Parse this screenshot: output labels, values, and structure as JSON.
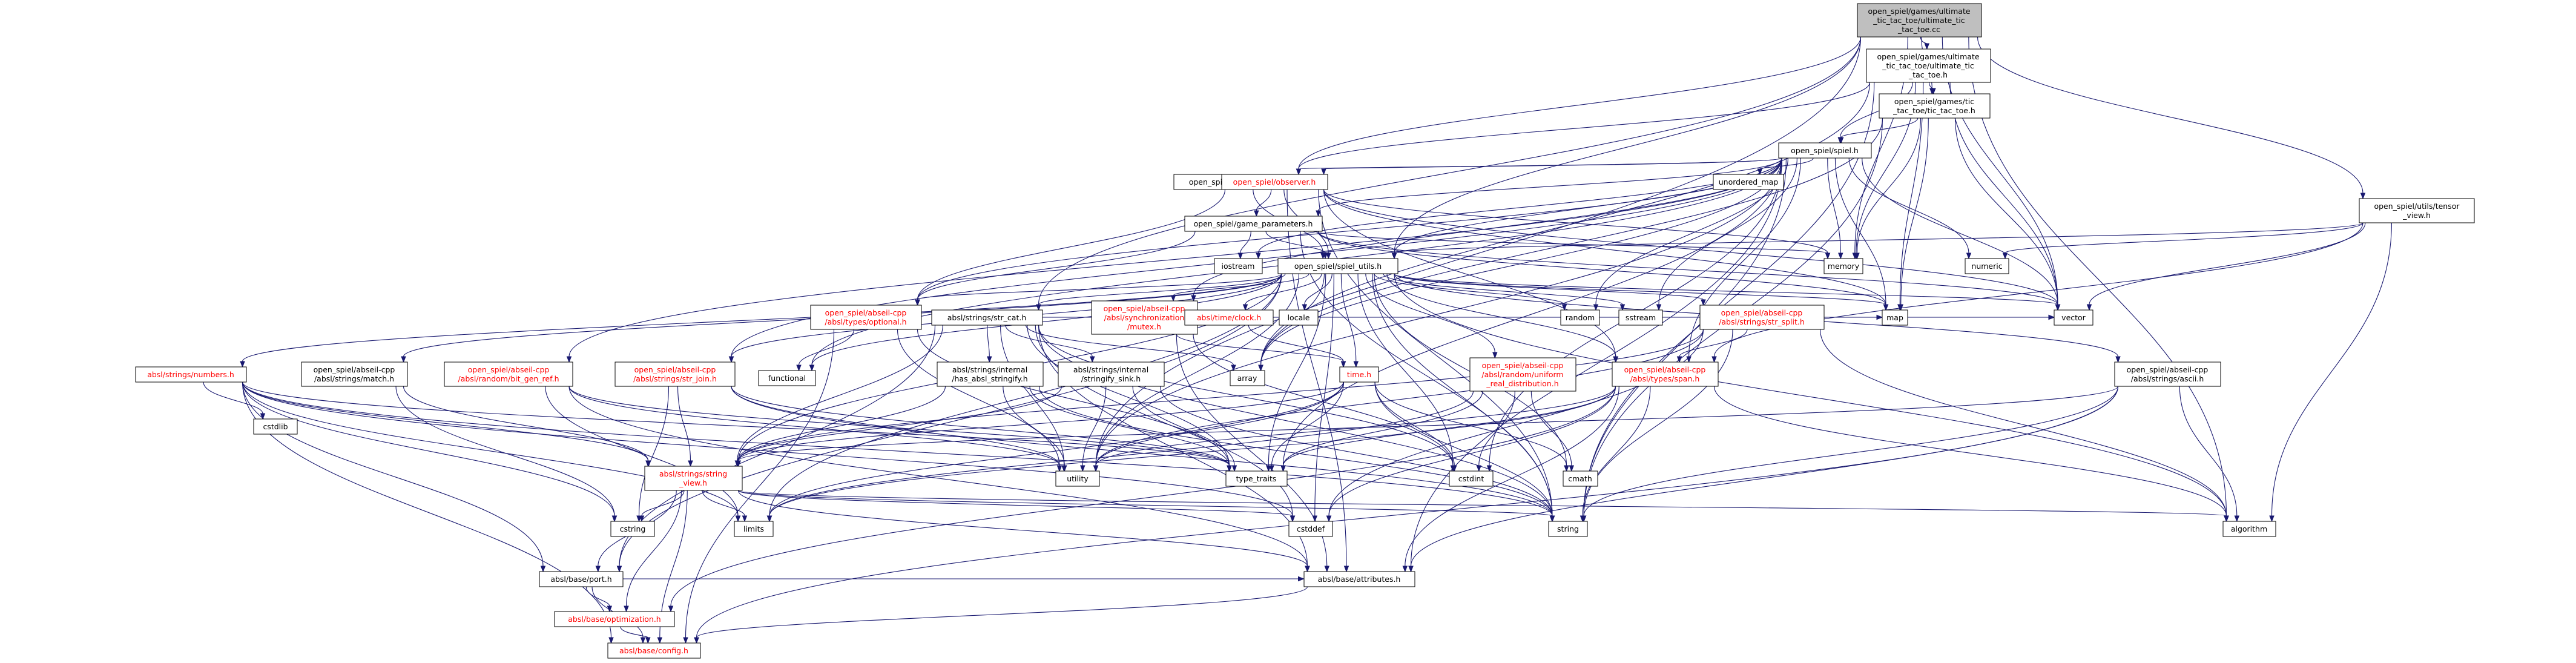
{
  "diagram": {
    "title": "",
    "colors": {
      "edge": "#191970",
      "root_fill": "#bfbfbf",
      "red_text": "#ff0000",
      "gray_border": "#bfbfbf"
    },
    "nodes": [
      {
        "id": "root",
        "lines": [
          "open_spiel/games/ultimate",
          "_tic_tac_toe/ultimate_tic",
          "_tac_toe.cc"
        ],
        "style": "root"
      },
      {
        "id": "uttth",
        "lines": [
          "open_spiel/games/ultimate",
          "_tic_tac_toe/ultimate_tic",
          "_tac_toe.h"
        ],
        "style": "normal"
      },
      {
        "id": "ttth",
        "lines": [
          "open_spiel/games/tic",
          "_tac_toe/tic_tac_toe.h"
        ],
        "style": "normal"
      },
      {
        "id": "spielh",
        "lines": [
          "open_spiel/spiel.h"
        ],
        "style": "normal"
      },
      {
        "id": "tensorview",
        "lines": [
          "open_spiel/utils/tensor",
          "_view.h"
        ],
        "style": "normal"
      },
      {
        "id": "globals",
        "lines": [
          "open_spiel/spiel_globals.h"
        ],
        "style": "normal"
      },
      {
        "id": "observer",
        "lines": [
          "open_spiel/observer.h"
        ],
        "style": "red"
      },
      {
        "id": "unordered_map",
        "lines": [
          "unordered_map"
        ],
        "style": "gray"
      },
      {
        "id": "gameparams",
        "lines": [
          "open_spiel/game_parameters.h"
        ],
        "style": "normal"
      },
      {
        "id": "iostream",
        "lines": [
          "iostream"
        ],
        "style": "gray"
      },
      {
        "id": "memory",
        "lines": [
          "memory"
        ],
        "style": "gray"
      },
      {
        "id": "numeric",
        "lines": [
          "numeric"
        ],
        "style": "gray"
      },
      {
        "id": "spielutils",
        "lines": [
          "open_spiel/spiel_utils.h"
        ],
        "style": "normal"
      },
      {
        "id": "optional",
        "lines": [
          "open_spiel/abseil-cpp",
          "/absl/types/optional.h"
        ],
        "style": "red"
      },
      {
        "id": "strcat",
        "lines": [
          "absl/strings/str_cat.h"
        ],
        "style": "normal"
      },
      {
        "id": "mutex",
        "lines": [
          "open_spiel/abseil-cpp",
          "/absl/synchronization",
          "/mutex.h"
        ],
        "style": "red"
      },
      {
        "id": "clock",
        "lines": [
          "absl/time/clock.h"
        ],
        "style": "red"
      },
      {
        "id": "locale",
        "lines": [
          "locale"
        ],
        "style": "gray"
      },
      {
        "id": "random",
        "lines": [
          "random"
        ],
        "style": "gray"
      },
      {
        "id": "sstream",
        "lines": [
          "sstream"
        ],
        "style": "gray"
      },
      {
        "id": "strsplit",
        "lines": [
          "open_spiel/abseil-cpp",
          "/absl/strings/str_split.h"
        ],
        "style": "red"
      },
      {
        "id": "map",
        "lines": [
          "map"
        ],
        "style": "gray"
      },
      {
        "id": "vector",
        "lines": [
          "vector"
        ],
        "style": "gray"
      },
      {
        "id": "ascii",
        "lines": [
          "open_spiel/abseil-cpp",
          "/absl/strings/ascii.h"
        ],
        "style": "normal"
      },
      {
        "id": "numbers",
        "lines": [
          "absl/strings/numbers.h"
        ],
        "style": "red"
      },
      {
        "id": "match",
        "lines": [
          "open_spiel/abseil-cpp",
          "/absl/strings/match.h"
        ],
        "style": "normal"
      },
      {
        "id": "bitgen",
        "lines": [
          "open_spiel/abseil-cpp",
          "/absl/random/bit_gen_ref.h"
        ],
        "style": "red"
      },
      {
        "id": "functional",
        "lines": [
          "functional"
        ],
        "style": "gray"
      },
      {
        "id": "strjoin",
        "lines": [
          "open_spiel/abseil-cpp",
          "/absl/strings/str_join.h"
        ],
        "style": "red"
      },
      {
        "id": "hasstringify",
        "lines": [
          "absl/strings/internal",
          "/has_absl_stringify.h"
        ],
        "style": "normal"
      },
      {
        "id": "stringifysink",
        "lines": [
          "absl/strings/internal",
          "/stringify_sink.h"
        ],
        "style": "normal"
      },
      {
        "id": "array",
        "lines": [
          "array"
        ],
        "style": "gray"
      },
      {
        "id": "timeh",
        "lines": [
          "time.h"
        ],
        "style": "red"
      },
      {
        "id": "uniform",
        "lines": [
          "open_spiel/abseil-cpp",
          "/absl/random/uniform",
          "_real_distribution.h"
        ],
        "style": "red"
      },
      {
        "id": "span",
        "lines": [
          "open_spiel/abseil-cpp",
          "/absl/types/span.h"
        ],
        "style": "red"
      },
      {
        "id": "cstdlib",
        "lines": [
          "cstdlib"
        ],
        "style": "gray"
      },
      {
        "id": "stringview",
        "lines": [
          "absl/strings/string",
          "_view.h"
        ],
        "style": "red"
      },
      {
        "id": "utility",
        "lines": [
          "utility"
        ],
        "style": "gray"
      },
      {
        "id": "typetraits",
        "lines": [
          "type_traits"
        ],
        "style": "gray"
      },
      {
        "id": "cstdint",
        "lines": [
          "cstdint"
        ],
        "style": "gray"
      },
      {
        "id": "cmath",
        "lines": [
          "cmath"
        ],
        "style": "gray"
      },
      {
        "id": "cstring",
        "lines": [
          "cstring"
        ],
        "style": "gray"
      },
      {
        "id": "limits",
        "lines": [
          "limits"
        ],
        "style": "gray"
      },
      {
        "id": "cstddef",
        "lines": [
          "cstddef"
        ],
        "style": "gray"
      },
      {
        "id": "string",
        "lines": [
          "string"
        ],
        "style": "gray"
      },
      {
        "id": "algorithm",
        "lines": [
          "algorithm"
        ],
        "style": "gray"
      },
      {
        "id": "port",
        "lines": [
          "absl/base/port.h"
        ],
        "style": "normal"
      },
      {
        "id": "attributes",
        "lines": [
          "absl/base/attributes.h"
        ],
        "style": "normal"
      },
      {
        "id": "optimization",
        "lines": [
          "absl/base/optimization.h"
        ],
        "style": "red"
      },
      {
        "id": "config",
        "lines": [
          "absl/base/config.h"
        ],
        "style": "red"
      }
    ],
    "edges": [
      [
        "root",
        "uttth"
      ],
      [
        "root",
        "ttth"
      ],
      [
        "root",
        "tensorview"
      ],
      [
        "root",
        "globals"
      ],
      [
        "root",
        "spielutils"
      ],
      [
        "root",
        "strcat"
      ],
      [
        "root",
        "memory"
      ],
      [
        "root",
        "utility"
      ],
      [
        "root",
        "vector"
      ],
      [
        "root",
        "algorithm"
      ],
      [
        "uttth",
        "ttth"
      ],
      [
        "uttth",
        "spielh"
      ],
      [
        "uttth",
        "memory"
      ],
      [
        "uttth",
        "string"
      ],
      [
        "uttth",
        "vector"
      ],
      [
        "uttth",
        "array"
      ],
      [
        "uttth",
        "map"
      ],
      [
        "uttth",
        "globals"
      ],
      [
        "ttth",
        "spielh"
      ],
      [
        "ttth",
        "memory"
      ],
      [
        "ttth",
        "string"
      ],
      [
        "ttth",
        "vector"
      ],
      [
        "ttth",
        "map"
      ],
      [
        "ttth",
        "array"
      ],
      [
        "tensorview",
        "spielutils"
      ],
      [
        "tensorview",
        "numeric"
      ],
      [
        "tensorview",
        "vector"
      ],
      [
        "tensorview",
        "algorithm"
      ],
      [
        "tensorview",
        "span"
      ],
      [
        "spielh",
        "globals"
      ],
      [
        "spielh",
        "observer"
      ],
      [
        "spielh",
        "unordered_map"
      ],
      [
        "spielh",
        "gameparams"
      ],
      [
        "spielh",
        "spielutils"
      ],
      [
        "spielh",
        "iostream"
      ],
      [
        "spielh",
        "memory"
      ],
      [
        "spielh",
        "numeric"
      ],
      [
        "spielh",
        "random"
      ],
      [
        "spielh",
        "sstream"
      ],
      [
        "spielh",
        "map"
      ],
      [
        "spielh",
        "vector"
      ],
      [
        "spielh",
        "string"
      ],
      [
        "spielh",
        "optional"
      ],
      [
        "spielh",
        "mutex"
      ],
      [
        "spielh",
        "bitgen"
      ],
      [
        "spielh",
        "functional"
      ],
      [
        "spielh",
        "strjoin"
      ],
      [
        "spielh",
        "span"
      ],
      [
        "spielh",
        "cstdint"
      ],
      [
        "spielh",
        "utility"
      ],
      [
        "spielh",
        "typetraits"
      ],
      [
        "spielh",
        "attributes"
      ],
      [
        "spielh",
        "array"
      ],
      [
        "globals",
        "spielutils"
      ],
      [
        "observer",
        "gameparams"
      ],
      [
        "observer",
        "spielutils"
      ],
      [
        "observer",
        "memory"
      ],
      [
        "observer",
        "string"
      ],
      [
        "observer",
        "vector"
      ],
      [
        "observer",
        "map"
      ],
      [
        "observer",
        "optional"
      ],
      [
        "observer",
        "span"
      ],
      [
        "observer",
        "attributes"
      ],
      [
        "gameparams",
        "spielutils"
      ],
      [
        "gameparams",
        "iostream"
      ],
      [
        "gameparams",
        "memory"
      ],
      [
        "gameparams",
        "map"
      ],
      [
        "gameparams",
        "string"
      ],
      [
        "gameparams",
        "vector"
      ],
      [
        "gameparams",
        "optional"
      ],
      [
        "spielutils",
        "optional"
      ],
      [
        "spielutils",
        "strcat"
      ],
      [
        "spielutils",
        "mutex"
      ],
      [
        "spielutils",
        "clock"
      ],
      [
        "spielutils",
        "locale"
      ],
      [
        "spielutils",
        "random"
      ],
      [
        "spielutils",
        "sstream"
      ],
      [
        "spielutils",
        "strsplit"
      ],
      [
        "spielutils",
        "map"
      ],
      [
        "spielutils",
        "vector"
      ],
      [
        "spielutils",
        "ascii"
      ],
      [
        "spielutils",
        "numbers"
      ],
      [
        "spielutils",
        "match"
      ],
      [
        "spielutils",
        "strjoin"
      ],
      [
        "spielutils",
        "timeh"
      ],
      [
        "spielutils",
        "uniform"
      ],
      [
        "spielutils",
        "span"
      ],
      [
        "spielutils",
        "functional"
      ],
      [
        "spielutils",
        "string"
      ],
      [
        "spielutils",
        "cstdint"
      ],
      [
        "spielutils",
        "cmath"
      ],
      [
        "spielutils",
        "algorithm"
      ],
      [
        "spielutils",
        "cstddef"
      ],
      [
        "spielutils",
        "utility"
      ],
      [
        "spielutils",
        "typetraits"
      ],
      [
        "spielutils",
        "array"
      ],
      [
        "spielutils",
        "port"
      ],
      [
        "spielutils",
        "limits"
      ],
      [
        "spielutils",
        "stringview"
      ],
      [
        "optional",
        "functional"
      ],
      [
        "optional",
        "utility"
      ],
      [
        "optional",
        "typetraits"
      ],
      [
        "optional",
        "config"
      ],
      [
        "strcat",
        "hasstringify"
      ],
      [
        "strcat",
        "stringifysink"
      ],
      [
        "strcat",
        "array"
      ],
      [
        "strcat",
        "cstdint"
      ],
      [
        "strcat",
        "string"
      ],
      [
        "strcat",
        "utility"
      ],
      [
        "strcat",
        "typetraits"
      ],
      [
        "strcat",
        "vector"
      ],
      [
        "strcat",
        "stringview"
      ],
      [
        "strcat",
        "port"
      ],
      [
        "strcat",
        "attributes"
      ],
      [
        "strcat",
        "cstddef"
      ],
      [
        "mutex",
        "timeh"
      ],
      [
        "mutex",
        "attributes"
      ],
      [
        "mutex",
        "cstdint"
      ],
      [
        "clock",
        "timeh"
      ],
      [
        "strsplit",
        "map"
      ],
      [
        "strsplit",
        "vector"
      ],
      [
        "strsplit",
        "string"
      ],
      [
        "strsplit",
        "utility"
      ],
      [
        "strsplit",
        "algorithm"
      ],
      [
        "strsplit",
        "cstddef"
      ],
      [
        "strsplit",
        "stringview"
      ],
      [
        "strsplit",
        "span"
      ],
      [
        "ascii",
        "algorithm"
      ],
      [
        "ascii",
        "string"
      ],
      [
        "ascii",
        "attributes"
      ],
      [
        "ascii",
        "config"
      ],
      [
        "ascii",
        "stringview"
      ],
      [
        "numbers",
        "cstdlib"
      ],
      [
        "numbers",
        "cstring"
      ],
      [
        "numbers",
        "limits"
      ],
      [
        "numbers",
        "string"
      ],
      [
        "numbers",
        "typetraits"
      ],
      [
        "numbers",
        "port"
      ],
      [
        "numbers",
        "config"
      ],
      [
        "numbers",
        "stringview"
      ],
      [
        "numbers",
        "cstddef"
      ],
      [
        "match",
        "cstring"
      ],
      [
        "match",
        "stringview"
      ],
      [
        "bitgen",
        "limits"
      ],
      [
        "bitgen",
        "typetraits"
      ],
      [
        "bitgen",
        "utility"
      ],
      [
        "bitgen",
        "attributes"
      ],
      [
        "strjoin",
        "cstring"
      ],
      [
        "strjoin",
        "string"
      ],
      [
        "strjoin",
        "utility"
      ],
      [
        "strjoin",
        "stringview"
      ],
      [
        "strjoin",
        "typetraits"
      ],
      [
        "hasstringify",
        "utility"
      ],
      [
        "hasstringify",
        "typetraits"
      ],
      [
        "hasstringify",
        "string"
      ],
      [
        "hasstringify",
        "stringview"
      ],
      [
        "stringifysink",
        "string"
      ],
      [
        "stringifysink",
        "utility"
      ],
      [
        "stringifysink",
        "typetraits"
      ],
      [
        "stringifysink",
        "stringview"
      ],
      [
        "timeh",
        "cmath"
      ],
      [
        "timeh",
        "cstdint"
      ],
      [
        "timeh",
        "limits"
      ],
      [
        "timeh",
        "string"
      ],
      [
        "timeh",
        "utility"
      ],
      [
        "timeh",
        "typetraits"
      ],
      [
        "timeh",
        "stringview"
      ],
      [
        "uniform",
        "cmath"
      ],
      [
        "uniform",
        "cstdint"
      ],
      [
        "uniform",
        "limits"
      ],
      [
        "uniform",
        "typetraits"
      ],
      [
        "span",
        "algorithm"
      ],
      [
        "span",
        "cstddef"
      ],
      [
        "span",
        "string"
      ],
      [
        "span",
        "typetraits"
      ],
      [
        "span",
        "utility"
      ],
      [
        "span",
        "limits"
      ],
      [
        "span",
        "attributes"
      ],
      [
        "span",
        "optimization"
      ],
      [
        "stringview",
        "cstring"
      ],
      [
        "stringview",
        "limits"
      ],
      [
        "stringview",
        "string"
      ],
      [
        "stringview",
        "cstddef"
      ],
      [
        "stringview",
        "algorithm"
      ],
      [
        "stringview",
        "port"
      ],
      [
        "stringview",
        "optimization"
      ],
      [
        "stringview",
        "config"
      ],
      [
        "stringview",
        "attributes"
      ],
      [
        "port",
        "attributes"
      ],
      [
        "port",
        "config"
      ],
      [
        "port",
        "optimization"
      ],
      [
        "attributes",
        "config"
      ],
      [
        "optimization",
        "config"
      ]
    ]
  }
}
